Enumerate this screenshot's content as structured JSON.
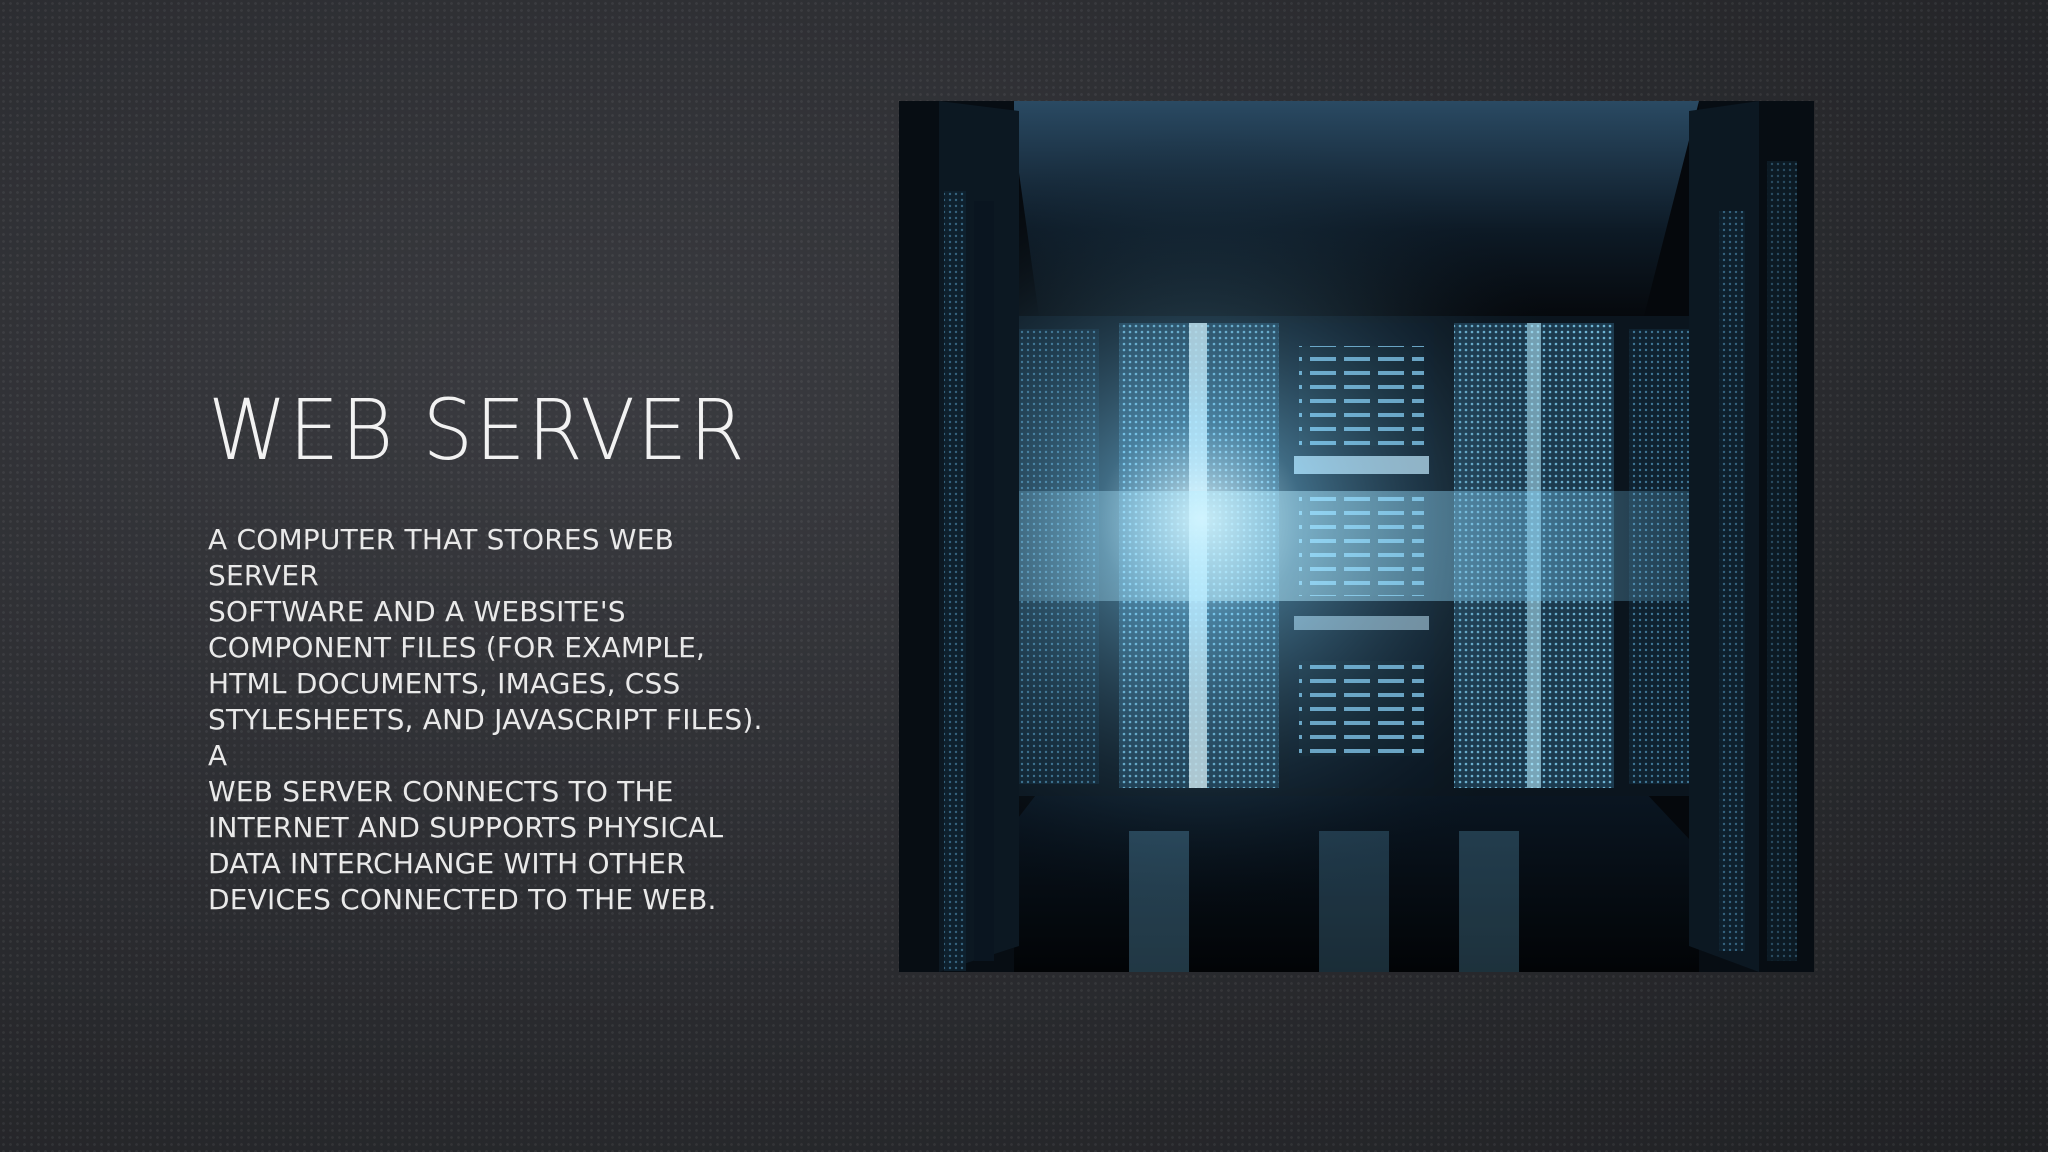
{
  "slide": {
    "title": "WEB SERVER",
    "body_lines": [
      "A COMPUTER THAT STORES WEB SERVER",
      "SOFTWARE AND A WEBSITE'S",
      "COMPONENT FILES (FOR EXAMPLE,",
      "HTML DOCUMENTS, IMAGES, CSS",
      "STYLESHEETS, AND JAVASCRIPT FILES). A",
      "WEB SERVER CONNECTS TO THE",
      "INTERNET AND SUPPORTS PHYSICAL",
      "DATA INTERCHANGE WITH OTHER",
      "DEVICES CONNECTED TO THE WEB."
    ],
    "image": {
      "subject": "server-room-photo",
      "accent_color": "#7fd4ff",
      "shadow_color": "#05080c"
    }
  }
}
